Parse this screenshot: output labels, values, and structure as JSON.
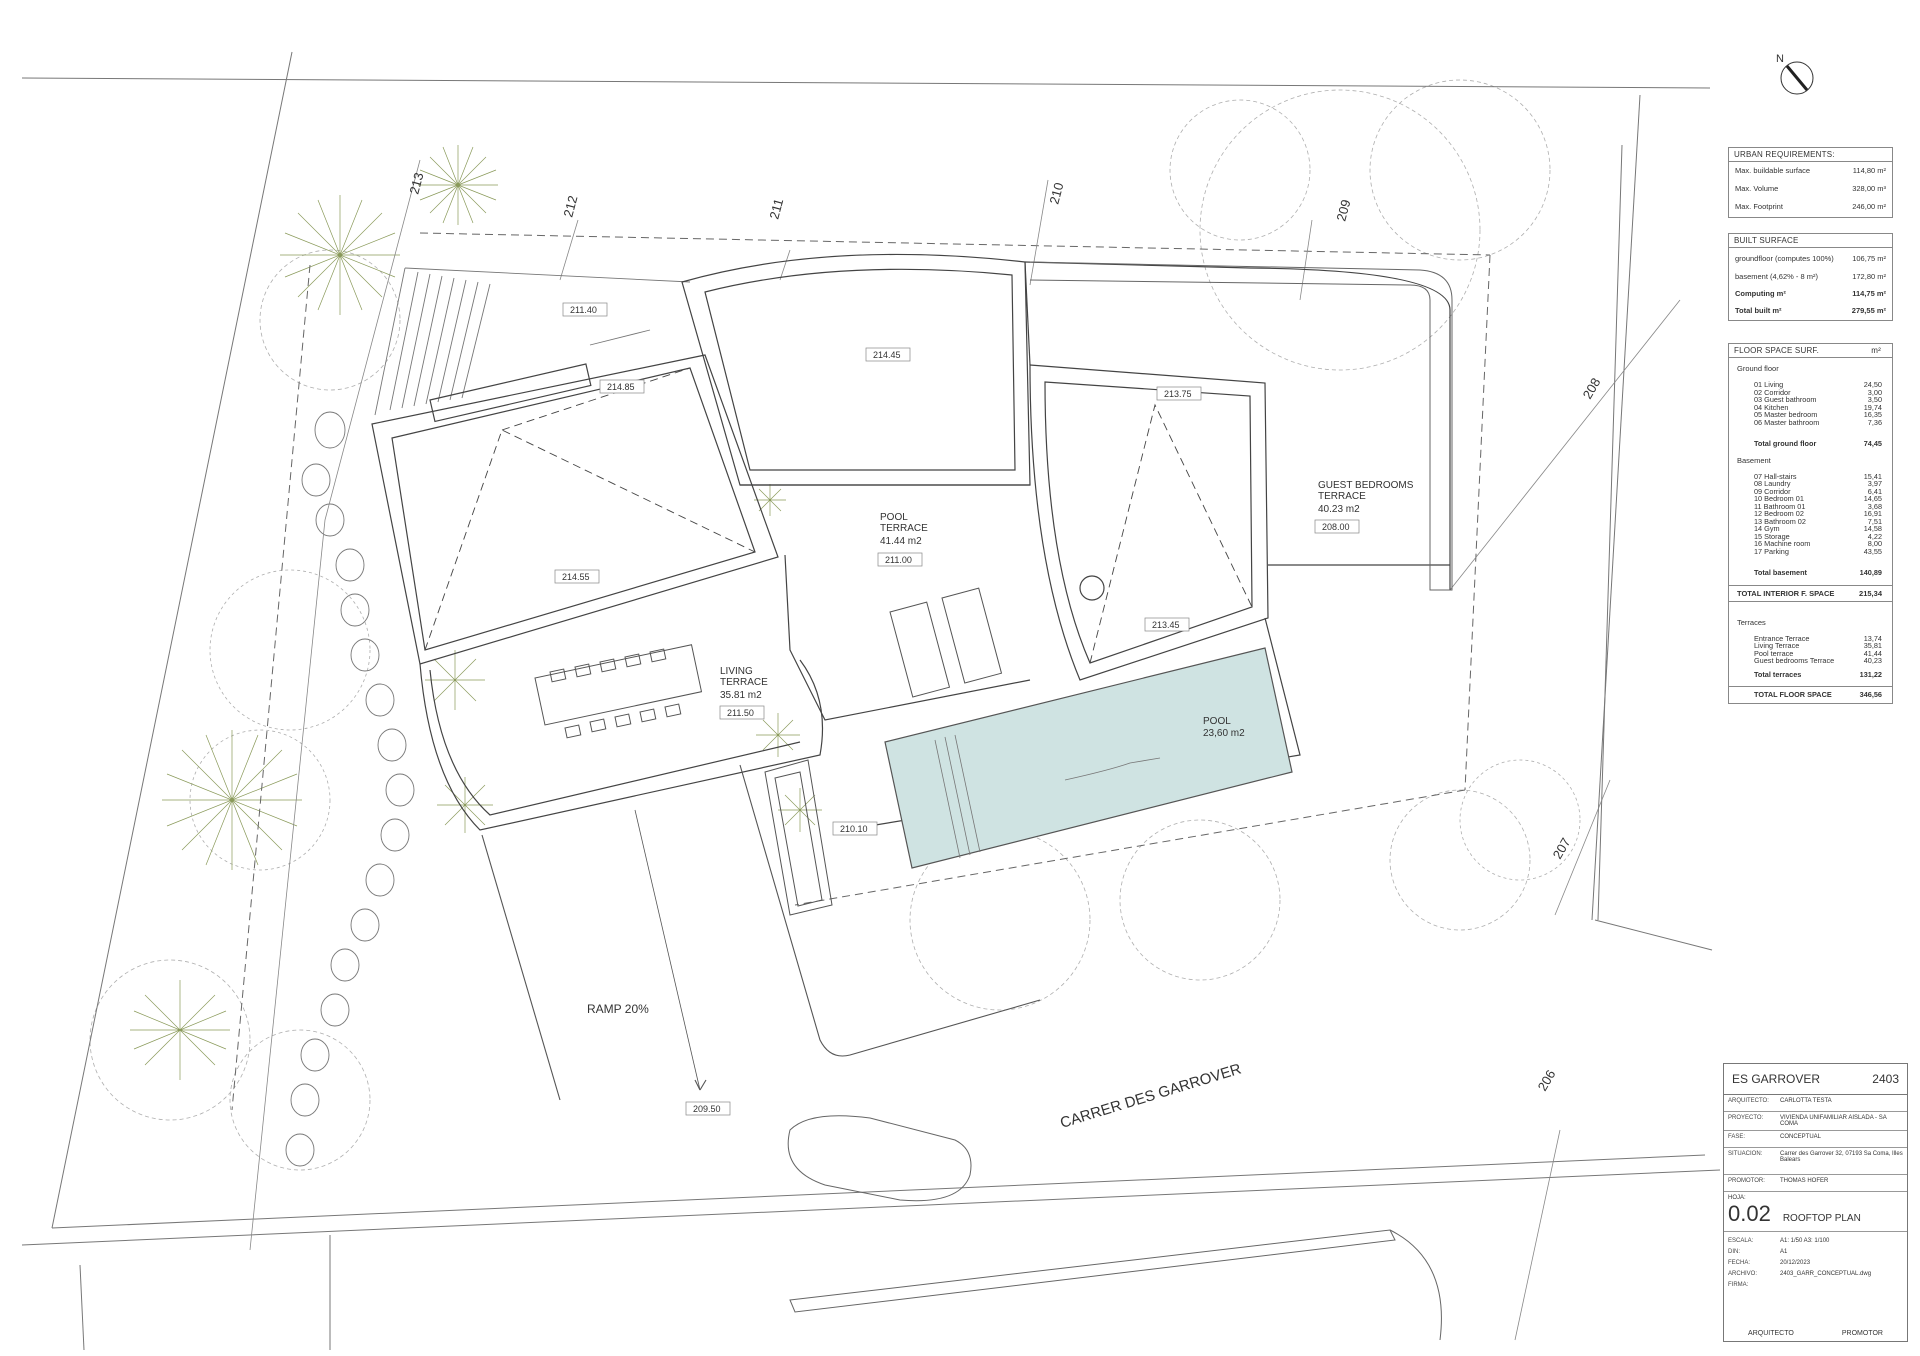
{
  "north_label": "N",
  "contours": [
    "213",
    "212",
    "211",
    "210",
    "209",
    "208",
    "207",
    "206"
  ],
  "levels": [
    "211.40",
    "214.85",
    "214.45",
    "214.55",
    "213.75",
    "211.00",
    "213.45",
    "208.00",
    "211.50",
    "210.10",
    "209.50"
  ],
  "areas": {
    "pool_terrace": {
      "name": "POOL\nTERRACE",
      "line1": "POOL",
      "line2": "TERRACE",
      "area": "41.44 m2"
    },
    "living_terrace": {
      "line1": "LIVING",
      "line2": "TERRACE",
      "area": "35.81 m2"
    },
    "guest_terrace": {
      "line1": "GUEST BEDROOMS",
      "line2": "TERRACE",
      "area": "40.23 m2"
    },
    "pool": {
      "line1": "POOL",
      "area": "23,60 m2"
    },
    "ramp": "RAMP 20%",
    "street": "CARRER DES GARROVER"
  },
  "colors": {
    "pool_fill": "#cfe3e2",
    "vegetation": "#7d8a4e",
    "lines": "#555555"
  },
  "urban": {
    "title": "URBAN REQUIREMENTS:",
    "rows": [
      {
        "label": "Max. buildable surface",
        "value": "114,80 m²"
      },
      {
        "label": "Max. Volume",
        "value": "328,00 m³"
      },
      {
        "label": "Max. Footprint",
        "value": "246,00 m²"
      }
    ]
  },
  "built": {
    "title": "BUILT SURFACE",
    "rows": [
      {
        "label": "groundfloor (computes 100%)",
        "value": "106,75 m²"
      },
      {
        "label": "basement (4,62% - 8 m²)",
        "value": "172,80 m²"
      },
      {
        "label": "Computing m²",
        "value": "114,75 m²"
      },
      {
        "label": "Total built m²",
        "value": "279,55 m²"
      }
    ]
  },
  "floor": {
    "title": "FLOOR SPACE SURF.",
    "unit": "m²",
    "ground_title": "Ground floor",
    "ground": [
      {
        "label": "01  Living",
        "value": "24,50"
      },
      {
        "label": "02  Corridor",
        "value": "3,00"
      },
      {
        "label": "03  Guest bathroom",
        "value": "3,50"
      },
      {
        "label": "04  Kitchen",
        "value": "19,74"
      },
      {
        "label": "05  Master bedroom",
        "value": "16,35"
      },
      {
        "label": "06  Master bathroom",
        "value": "7,36"
      }
    ],
    "ground_total": {
      "label": "Total ground floor",
      "value": "74,45"
    },
    "basement_title": "Basement",
    "basement": [
      {
        "label": "07 Hall-stairs",
        "value": "15,41"
      },
      {
        "label": "08 Laundry",
        "value": "3,97"
      },
      {
        "label": "09 Corridor",
        "value": "6,41"
      },
      {
        "label": "10 Bedroom 01",
        "value": "14,65"
      },
      {
        "label": "11 Bathroom 01",
        "value": "3,68"
      },
      {
        "label": "12 Bedroom 02",
        "value": "16,91"
      },
      {
        "label": "13 Bathroom 02",
        "value": "7,51"
      },
      {
        "label": "14 Gym",
        "value": "14,58"
      },
      {
        "label": "15 Storage",
        "value": "4,22"
      },
      {
        "label": "16 Machine room",
        "value": "8,00"
      },
      {
        "label": "17 Parking",
        "value": "43,55"
      }
    ],
    "basement_total": {
      "label": "Total basement",
      "value": "140,89"
    },
    "interior_total": {
      "label": "TOTAL INTERIOR F. SPACE",
      "value": "215,34"
    },
    "terraces_title": "Terraces",
    "terraces": [
      {
        "label": "Entrance Terrace",
        "value": "13,74"
      },
      {
        "label": "Living Terrace",
        "value": "35,81"
      },
      {
        "label": "Pool terrace",
        "value": "41,44"
      },
      {
        "label": "Guest bedrooms Terrace",
        "value": "40,23"
      }
    ],
    "terraces_total": {
      "label": "Total terraces",
      "value": "131,22"
    },
    "floor_total": {
      "label": "TOTAL FLOOR SPACE",
      "value": "346,56"
    }
  },
  "title_block": {
    "project_name": "ES GARROVER",
    "project_number": "2403",
    "rows": [
      {
        "key": "ARQUITECTO:",
        "value": "CARLOTTA TESTA"
      },
      {
        "key": "PROYECTO:",
        "value": "VIVIENDA UNIFAMILIAR AISLADA - SA COMA"
      },
      {
        "key": "FASE:",
        "value": "CONCEPTUAL"
      },
      {
        "key": "SITUACION:",
        "value": "Carrer des Garrover 32, 07193 Sa Coma, Illes Balears"
      },
      {
        "key": "PROMOTOR:",
        "value": "THOMAS HOFER"
      }
    ],
    "sheet_label": "HOJA:",
    "sheet_number": "0.02",
    "sheet_title": "ROOFTOP PLAN",
    "meta": [
      {
        "key": "ESCALA:",
        "value": "A1: 1/50   A3: 1/100"
      },
      {
        "key": "DIN:",
        "value": "A1"
      },
      {
        "key": "FECHA:",
        "value": "20/12/2023"
      },
      {
        "key": "ARCHIVO:",
        "value": "2403_GARR_CONCEPTUAL.dwg"
      },
      {
        "key": "FIRMA:",
        "value": ""
      }
    ],
    "sign_left": "ARQUITECTO",
    "sign_right": "PROMOTOR"
  }
}
